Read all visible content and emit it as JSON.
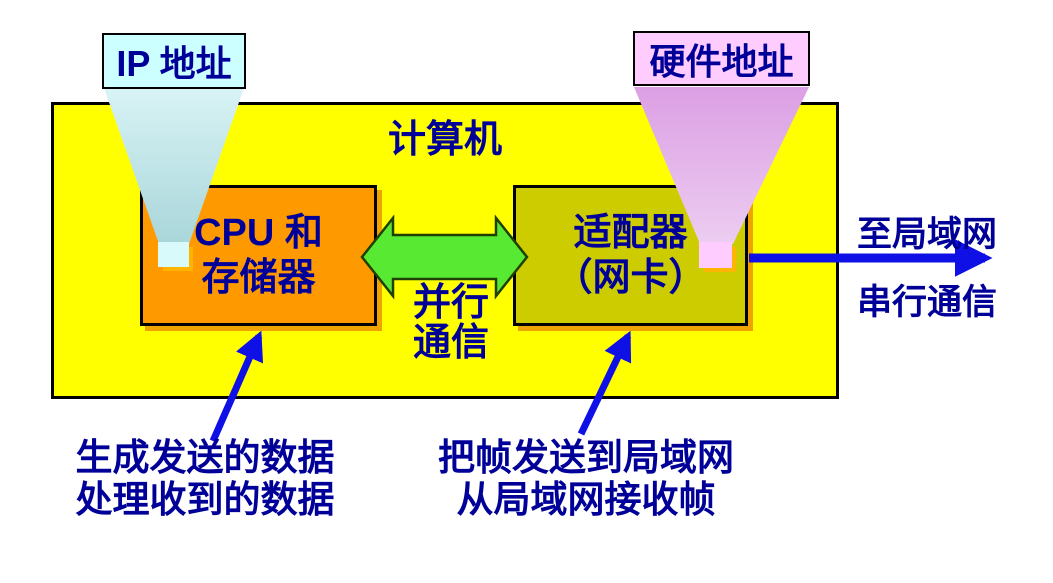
{
  "diagram": {
    "title": "计算机",
    "ip_label": "IP 地址",
    "hardware_label": "硬件地址",
    "cpu_box": {
      "line1": "CPU 和",
      "line2": "存储器"
    },
    "adapter_box": {
      "line1": "适配器",
      "line2": "（网卡）"
    },
    "parallel": {
      "line1": "并行",
      "line2": "通信"
    },
    "lan": {
      "line1": "至局域网",
      "line2": "串行通信"
    },
    "cpu_note": {
      "line1": "生成发送的数据",
      "line2": "处理收到的数据"
    },
    "adapter_note": {
      "line1": "把帧发送到局域网",
      "line2": "从局域网接收帧"
    }
  },
  "colors": {
    "computer_fill": "#FFFF00",
    "cpu_fill": "#FF9900",
    "adapter_fill": "#CCCC00",
    "ip_label_fill": "#CCFFFF",
    "hardware_label_fill": "#FFCCFF",
    "parallel_arrow_fill": "#58EA33",
    "funnel_cyan": "#BCE6EA",
    "funnel_pink": "#DFA9E5",
    "text_blue": "#000099",
    "arrow_blue": "#0F10E6",
    "shadow_orange": "#EFA300"
  }
}
